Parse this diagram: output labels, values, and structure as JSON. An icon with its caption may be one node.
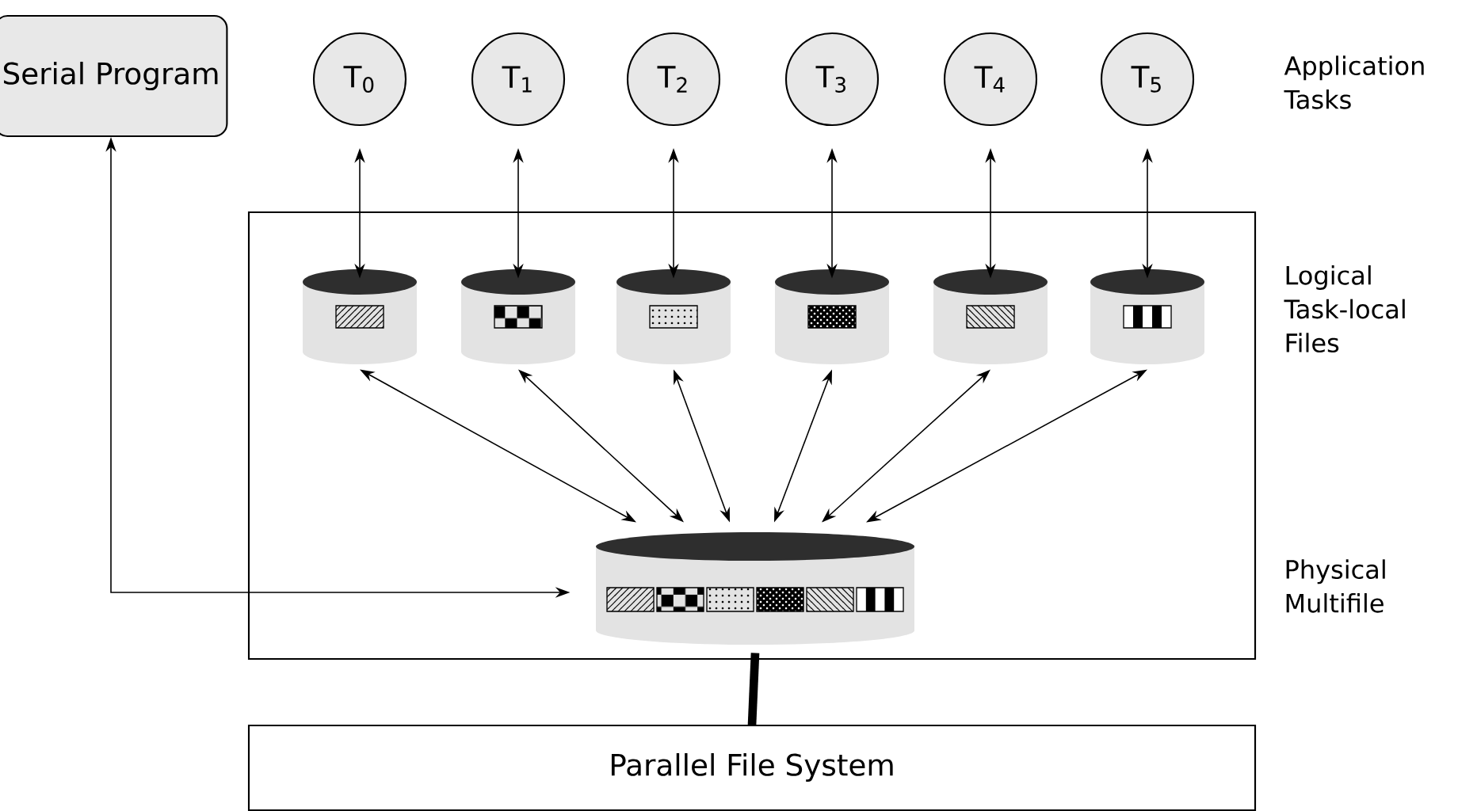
{
  "diagram": {
    "nodes": [
      {
        "text": [
          "Serial Program"
        ]
      },
      {
        "text": [
          "T$_{0}$"
        ]
      },
      {
        "text": [
          "T$_{1}$"
        ]
      },
      {
        "text": [
          "T$_{2}$"
        ]
      },
      {
        "text": [
          "T$_{3}$"
        ]
      },
      {
        "text": [
          "T$_{4}$"
        ]
      },
      {
        "text": [
          "T$_{5}$"
        ]
      },
      {
        "text": [],
        "shape": "box"
      },
      {
        "text": [],
        "shape": "cylinder",
        "in": 7
      },
      {
        "text": [],
        "shape": "cylinder",
        "in": 7
      },
      {
        "text": [],
        "shape": "cylinder",
        "in": 7
      },
      {
        "text": [],
        "shape": "cylinder",
        "in": 7
      },
      {
        "text": [],
        "shape": "cylinder",
        "in": 7
      },
      {
        "text": [],
        "shape": "cylinder",
        "in": 7
      },
      {
        "text": [],
        "shape": "cylinder",
        "in": 7
      },
      {
        "text": [
          "Parallel File System"
        ]
      }
    ],
    "edges": [
      {
        "from": 1,
        "to": 8,
        "arrow": "both"
      },
      {
        "from": 2,
        "to": 9,
        "arrow": "both"
      },
      {
        "from": 3,
        "to": 10,
        "arrow": "both"
      },
      {
        "from": 4,
        "to": 11,
        "arrow": "both"
      },
      {
        "from": 5,
        "to": 12,
        "arrow": "both"
      },
      {
        "from": 6,
        "to": 13,
        "arrow": "both"
      },
      {
        "from": 8,
        "to": 14,
        "arrow": "both"
      },
      {
        "from": 9,
        "to": 14,
        "arrow": "both"
      },
      {
        "from": 10,
        "to": 14,
        "arrow": "both"
      },
      {
        "from": 11,
        "to": 14,
        "arrow": "both"
      },
      {
        "from": 12,
        "to": 14,
        "arrow": "both"
      },
      {
        "from": 13,
        "to": 14,
        "arrow": "both"
      },
      {
        "from": 0,
        "to": 14,
        "arrow": "both"
      },
      {
        "from": 14,
        "to": 15,
        "arrow": "none",
        "style": "thick"
      }
    ],
    "labels": [
      "Application Tasks",
      "Logical Task-local Files",
      "Physical Multifile"
    ]
  }
}
